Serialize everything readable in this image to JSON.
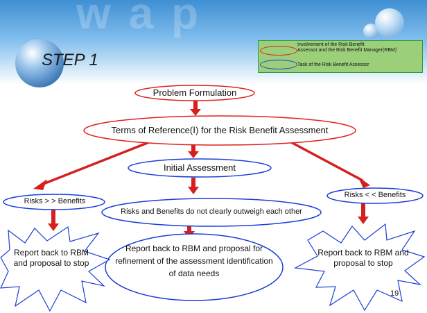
{
  "header": {
    "watermark": "w a p",
    "title": "STEP 1"
  },
  "legend": {
    "line1": "Involvement of the Risk Benefit",
    "line2": "Assessor and the Risk Benefit Manager(RBM)",
    "line3": "Task of the Risk Benefit Assessor"
  },
  "nodes": {
    "problem": "Problem Formulation",
    "terms": "Terms of Reference(Ⅰ) for the Risk Benefit Assessment",
    "initial": "Initial Assessment",
    "risks_gt": "Risks > > Benefits",
    "risks_lt": "Risks < < Benefits",
    "unclear": "Risks and Benefits do not clearly outweigh each other",
    "report_left": "Report back to RBM and proposal to stop",
    "report_center": "Report back to RBM and proposal for refinement of the assessment identification of data needs",
    "report_right": "Report back to RBM and proposal to stop"
  },
  "colors": {
    "red": "#e02020",
    "blue": "#1a3dd8",
    "arrow": "#d62020",
    "legend_bg": "#9ccf7a"
  },
  "footer": {
    "page_number": "19"
  }
}
